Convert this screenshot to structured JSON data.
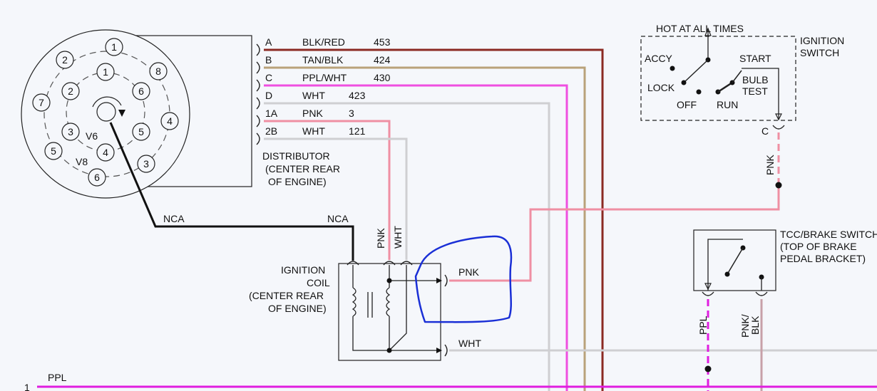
{
  "colors": {
    "background": "#f5f7fb",
    "brown_red": "#8b2a22",
    "tan": "#b9a27a",
    "pink": "#ef8fa3",
    "magenta": "#e01ee0",
    "white_wire": "#cfcfd2",
    "black": "#111111",
    "annotation_blue": "#1a2fd6",
    "pink_black": "#c7a0a8"
  },
  "distributor": {
    "outer_ring": [
      "1",
      "8",
      "4",
      "3",
      "6",
      "5",
      "7",
      "2"
    ],
    "inner_ring": [
      "1",
      "6",
      "5",
      "4",
      "3",
      "2"
    ],
    "v6_label": "V6",
    "v8_label": "V8",
    "label_line1": "DISTRIBUTOR",
    "label_line2": "(CENTER REAR",
    "label_line3": "OF ENGINE)"
  },
  "connector_rows": [
    {
      "pin": "A",
      "color": "BLK/RED",
      "circuit": "453"
    },
    {
      "pin": "B",
      "color": "TAN/BLK",
      "circuit": "424"
    },
    {
      "pin": "C",
      "color": "PPL/WHT",
      "circuit": "430"
    },
    {
      "pin": "D",
      "color": "WHT",
      "circuit": "423"
    },
    {
      "pin": "1A",
      "color": "PNK",
      "circuit": "3"
    },
    {
      "pin": "2B",
      "color": "WHT",
      "circuit": "121"
    }
  ],
  "coil": {
    "nca_left": "NCA",
    "nca_right": "NCA",
    "pnk_vertical": "PNK",
    "wht_vertical": "WHT",
    "pnk_out": "PNK",
    "wht_out": "WHT",
    "label_line1": "IGNITION",
    "label_line2": "COIL",
    "label_line3": "(CENTER REAR",
    "label_line4": "OF ENGINE)"
  },
  "ignition_switch": {
    "hot_label": "HOT AT ALL TIMES",
    "title_line1": "IGNITION",
    "title_line2": "SWITCH",
    "accy": "ACCY",
    "start": "START",
    "lock": "LOCK",
    "bulb_line1": "BULB",
    "bulb_line2": "TEST",
    "off": "OFF",
    "run": "RUN",
    "terminal_c": "C",
    "pnk_vertical": "PNK"
  },
  "tcc_switch": {
    "title_line1": "TCC/BRAKE SWITCH",
    "title_line2": "(TOP OF BRAKE",
    "title_line3": "PEDAL BRACKET)",
    "ppl_label": "PPL",
    "pnk_blk_line1": "PNK/",
    "pnk_blk_line2": "BLK"
  },
  "bottom_bus": {
    "number": "1",
    "label": "PPL"
  }
}
